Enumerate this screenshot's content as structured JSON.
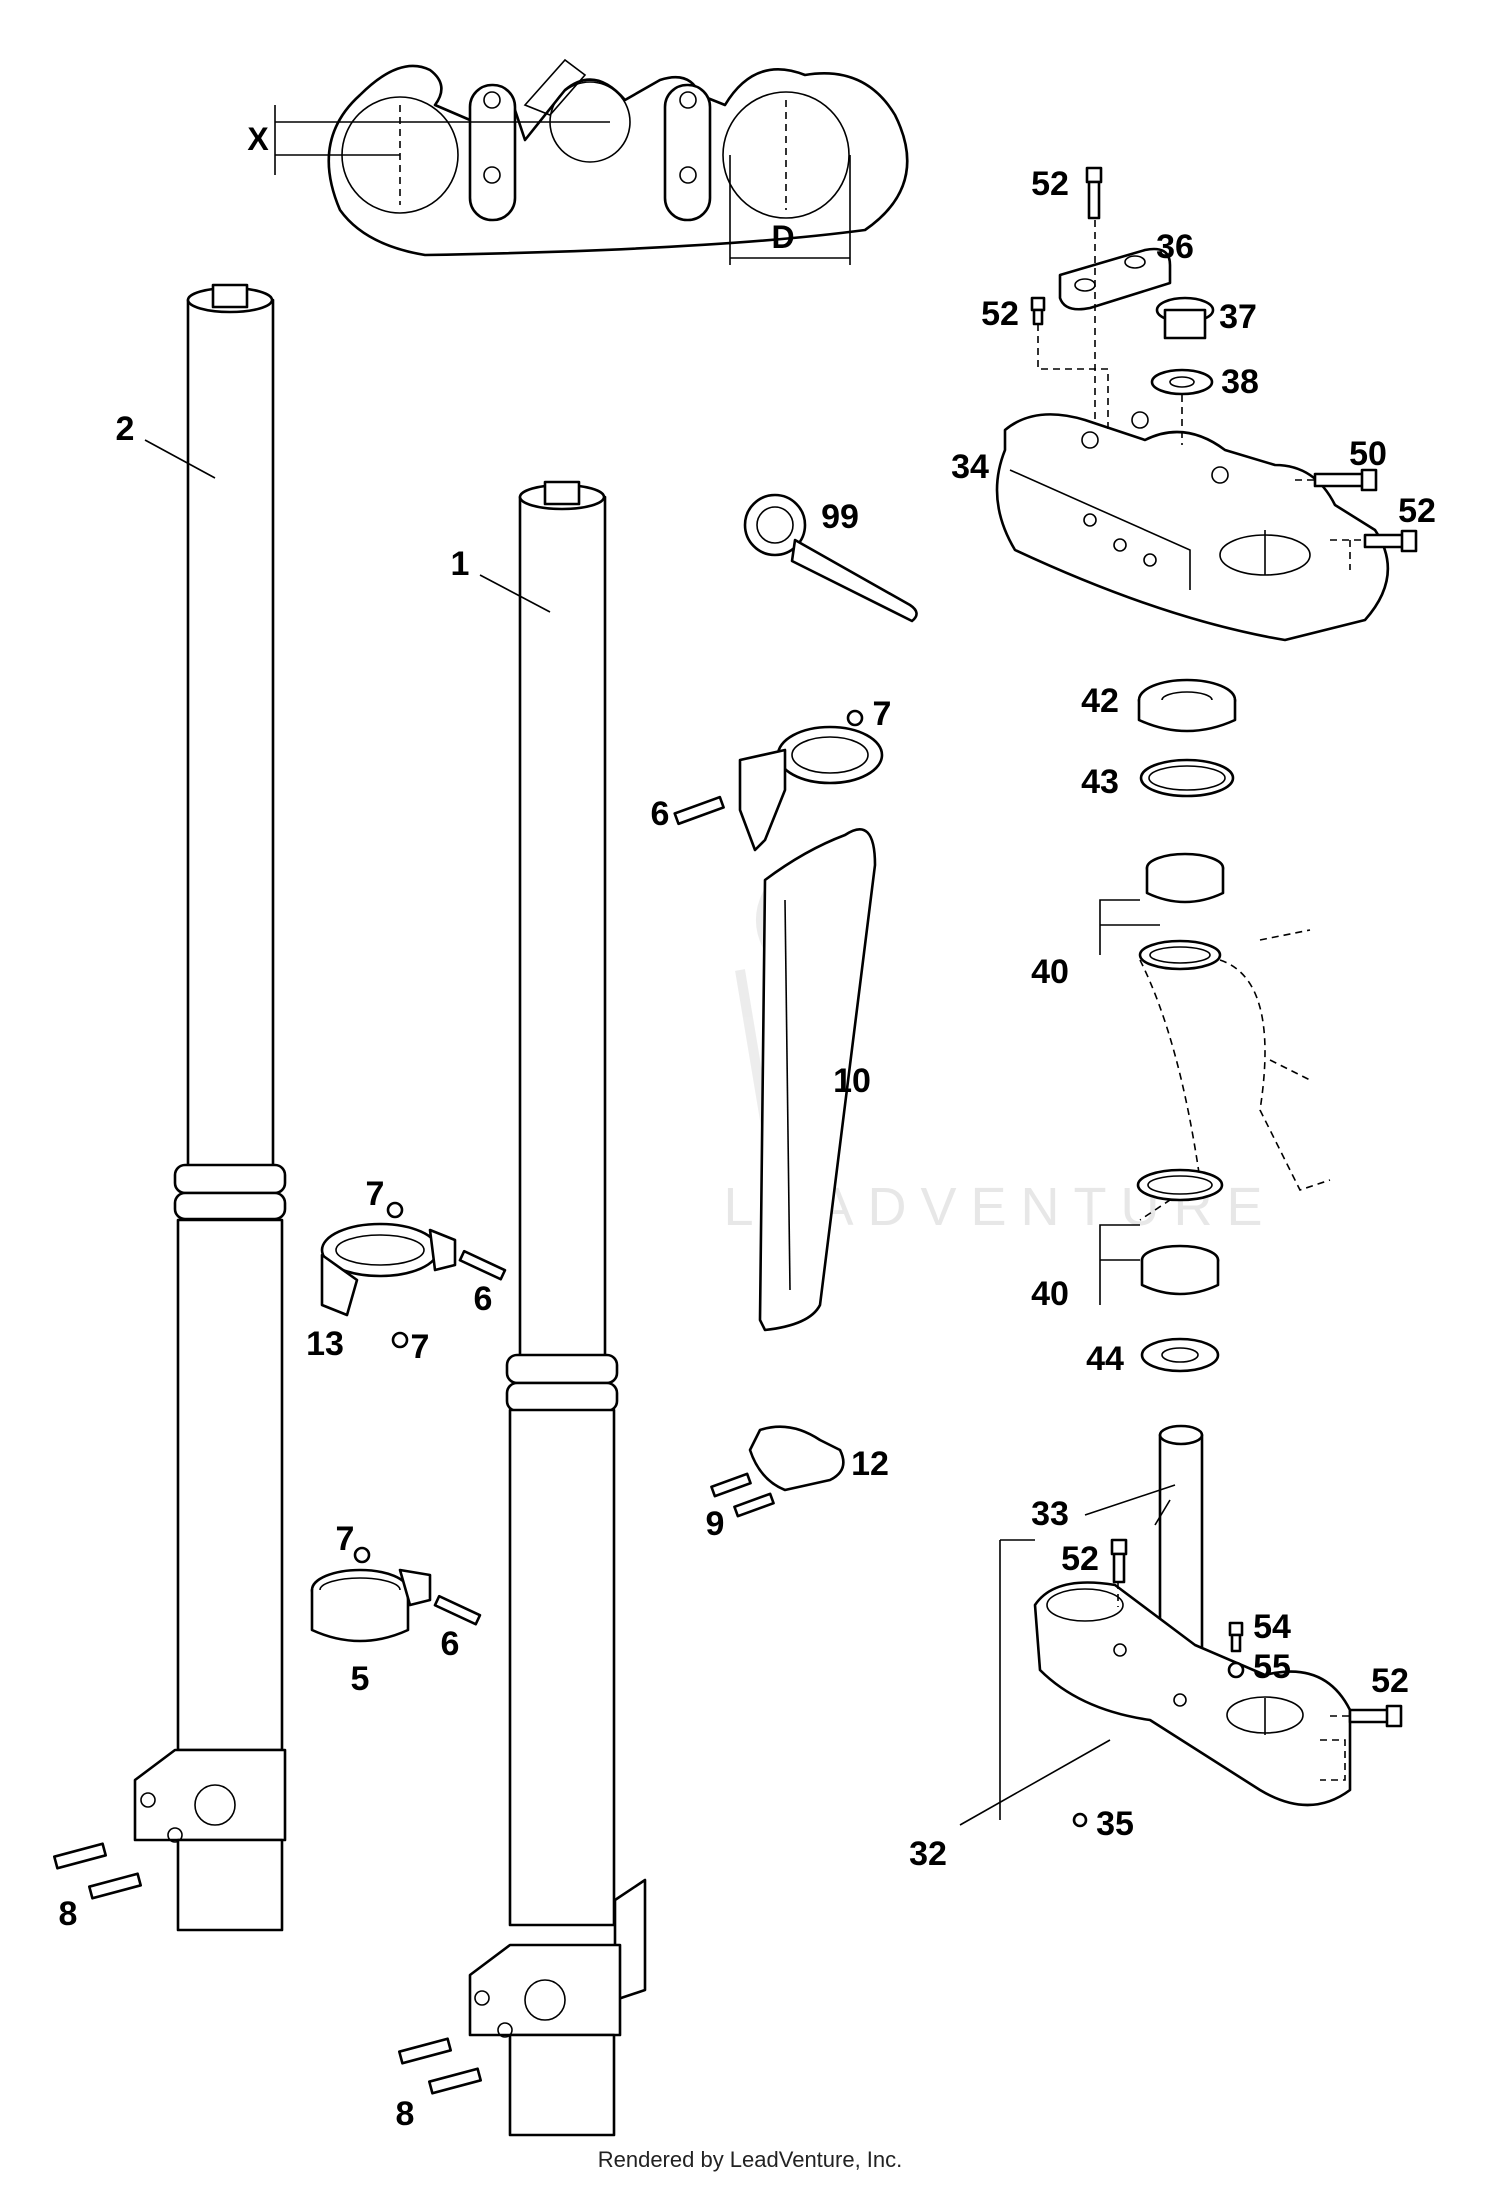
{
  "diagram": {
    "callouts": [
      "2",
      "1",
      "99",
      "7",
      "6",
      "10",
      "7",
      "6",
      "13",
      "7",
      "7",
      "6",
      "5",
      "8",
      "8",
      "12",
      "9",
      "52",
      "36",
      "52",
      "37",
      "38",
      "34",
      "50",
      "52",
      "42",
      "43",
      "40",
      "40",
      "44",
      "33",
      "52",
      "54",
      "55",
      "52",
      "32",
      "35"
    ],
    "dimension_labels": [
      "X",
      "D"
    ]
  },
  "watermark": "LEADVENTURE",
  "footer": "Rendered by LeadVenture, Inc."
}
